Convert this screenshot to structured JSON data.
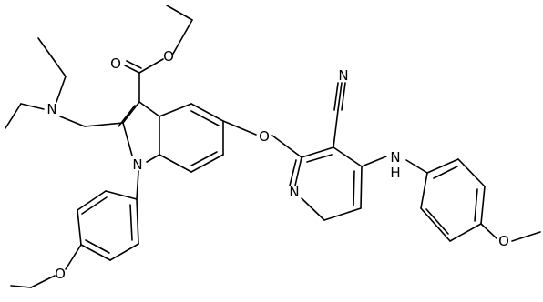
{
  "atom_labels": {
    "carbonyl_o": "O",
    "ester_o": "O",
    "amine_n": "N",
    "indole_n": "N",
    "ether_o": "O",
    "pyridine_n": "N",
    "nitrile_n": "N",
    "nh_n": "N",
    "nh_h": "H",
    "methoxy_o_left": "O",
    "methoxy_o_right": "O"
  },
  "colors": {
    "bond": "#000000",
    "label": "#000000",
    "background": "#ffffff"
  }
}
